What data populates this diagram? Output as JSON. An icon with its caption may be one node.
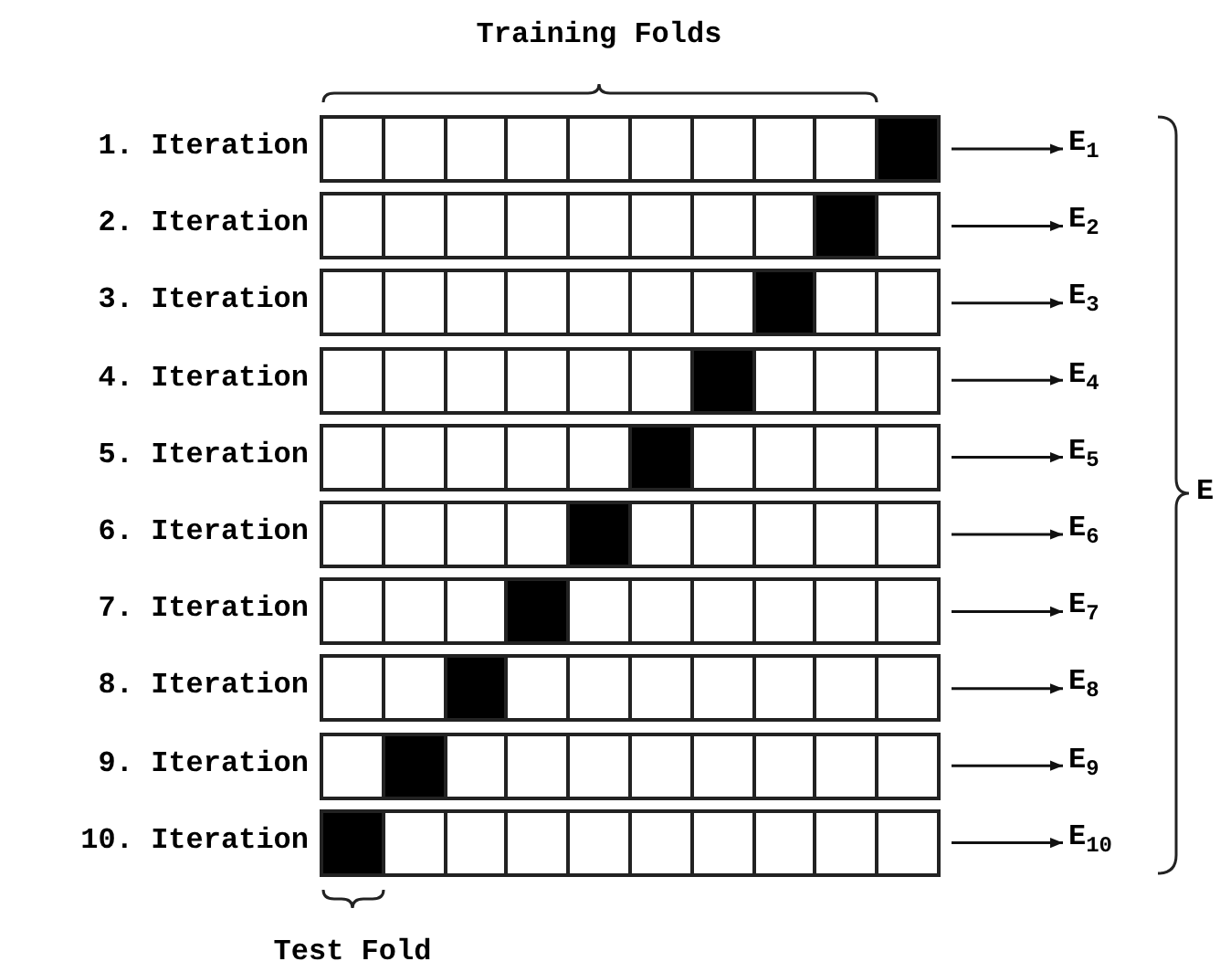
{
  "diagram": {
    "nodes": [
      {
        "text": [
          "1. Iteration"
        ]
      },
      {
        "text": [
          "2. Iteration"
        ]
      },
      {
        "text": [
          "3. Iteration"
        ]
      },
      {
        "text": [
          "4. Iteration"
        ]
      },
      {
        "text": [
          "5. Iteration"
        ]
      },
      {
        "text": [
          "6. Iteration"
        ]
      },
      {
        "text": [
          "7. Iteration"
        ]
      },
      {
        "text": [
          "8. Iteration"
        ]
      },
      {
        "text": [
          "9. Iteration"
        ]
      },
      {
        "text": [
          "10. Iteration"
        ]
      },
      {
        "text": [
          "E$_{1}$"
        ]
      },
      {
        "text": [
          "E$_{2}$"
        ]
      },
      {
        "text": [
          "E$_{3}$"
        ]
      },
      {
        "text": [
          "E$_{4}$"
        ]
      },
      {
        "text": [
          "E$_{5}$"
        ]
      },
      {
        "text": [
          "E$_{6}$"
        ]
      },
      {
        "text": [
          "E$_{7}$"
        ]
      },
      {
        "text": [
          "E$_{8}$"
        ]
      },
      {
        "text": [
          "E$_{9}$"
        ]
      },
      {
        "text": [
          "E$_{10}$"
        ]
      }
    ],
    "edges": [
      {
        "from": 0,
        "to": 10,
        "arrow": "to"
      },
      {
        "from": 1,
        "to": 11,
        "arrow": "to"
      },
      {
        "from": 2,
        "to": 12,
        "arrow": "to"
      },
      {
        "from": 3,
        "to": 13,
        "arrow": "to"
      },
      {
        "from": 4,
        "to": 14,
        "arrow": "to"
      },
      {
        "from": 5,
        "to": 15,
        "arrow": "to"
      },
      {
        "from": 6,
        "to": 16,
        "arrow": "to"
      },
      {
        "from": 7,
        "to": 17,
        "arrow": "to"
      },
      {
        "from": 8,
        "to": 18,
        "arrow": "to"
      },
      {
        "from": 9,
        "to": 19,
        "arrow": "to"
      }
    ],
    "labels": [
      "Training Folds",
      "E",
      "Test Fold"
    ]
  }
}
